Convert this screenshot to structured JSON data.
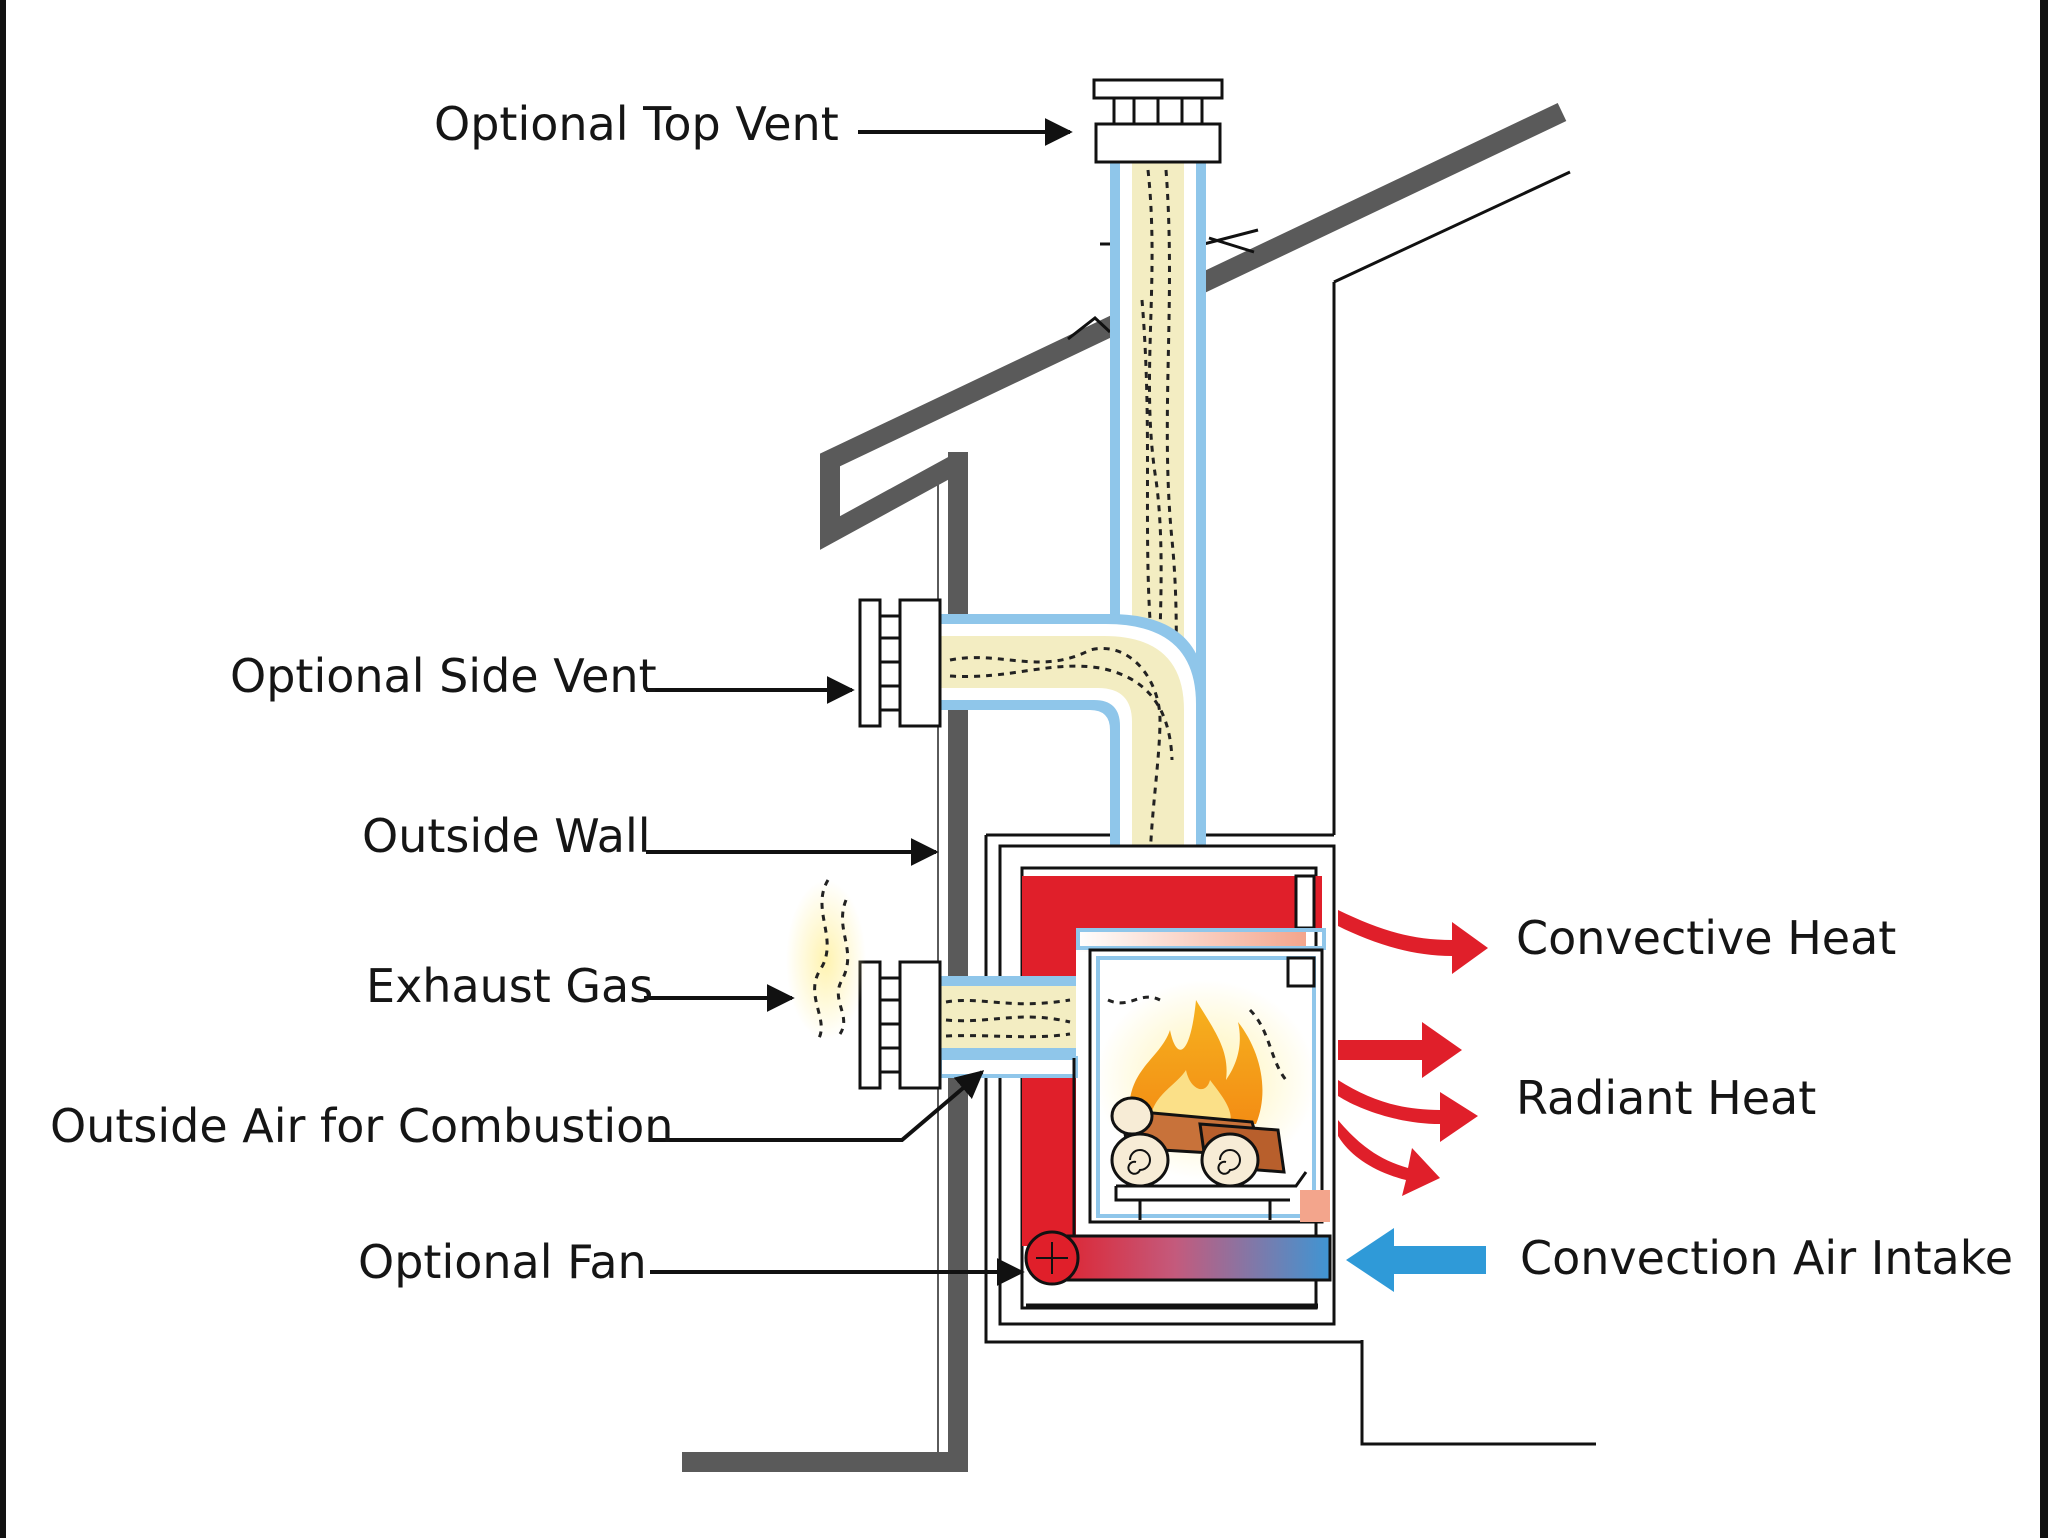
{
  "diagram": {
    "labels": {
      "top_vent": "Optional Top Vent",
      "side_vent": "Optional Side Vent",
      "outside_wall": "Outside Wall",
      "exhaust_gas": "Exhaust Gas",
      "outside_air": "Outside Air for Combustion",
      "fan": "Optional Fan",
      "convective_heat": "Convective Heat",
      "radiant_heat": "Radiant Heat",
      "convection_intake": "Convection Air Intake"
    },
    "colors": {
      "firebox_wall": "#e01f2a",
      "vent_fill": "#f3edc2",
      "vent_outline": "#8fc6ea",
      "intake_arrow": "#2f9ad8",
      "structure": "#5a5a5a",
      "flame": "#f7a51b"
    }
  }
}
